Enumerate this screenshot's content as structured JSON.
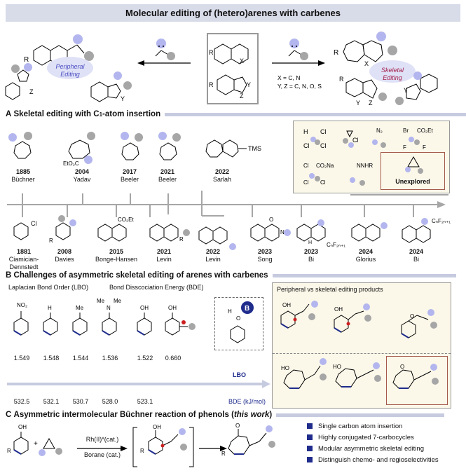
{
  "title": "Molecular editing of (hetero)arenes with carbenes",
  "top": {
    "peripheral_label": "Peripheral\nEditing",
    "skeletal_label": "Skeletal\nEditing",
    "conditions": [
      "X = C, N",
      "Y, Z = C, N, O, S"
    ],
    "atoms": {
      "x": "X",
      "y": "Y",
      "z": "Z",
      "r": "R"
    }
  },
  "sectionA": {
    "prefix": "A",
    "title": "Skeletal editing with C",
    "title_sub": "1",
    "title_suffix": "-atom insertion",
    "upper": [
      {
        "year": "1885",
        "name": "Büchner"
      },
      {
        "year": "2004",
        "name": "Yadav"
      },
      {
        "year": "2017",
        "name": "Beeler"
      },
      {
        "year": "2021",
        "name": "Beeler"
      },
      {
        "year": "2022",
        "name": "Sarlah"
      }
    ],
    "lower": [
      {
        "year": "1881",
        "name": "Ciamician-\nDennstedt"
      },
      {
        "year": "2008",
        "name": "Davies"
      },
      {
        "year": "2015",
        "name": "Bonge-Hansen"
      },
      {
        "year": "2021",
        "name": "Levin"
      },
      {
        "year": "2022",
        "name": "Levin"
      },
      {
        "year": "2023",
        "name": "Song"
      },
      {
        "year": "2023",
        "name": "Bi"
      },
      {
        "year": "2024",
        "name": "Glorius"
      },
      {
        "year": "2024",
        "name": "Bi"
      }
    ],
    "struct_labels": {
      "etco2c": "EtO₂C",
      "tms": "TMS",
      "cl": "Cl",
      "co2et": "CO₂Et",
      "cnf": "CₙF₂ₙ₊₁",
      "n": "N",
      "nh": "H",
      "o": "O",
      "r": "R"
    },
    "reagents": {
      "cl": "Cl",
      "h": "H",
      "n2": "N₂",
      "br": "Br",
      "f": "F",
      "co2et": "CO₂Et",
      "co2na": "CO₂Na",
      "nnhr": "NNHR",
      "unexplored": "Unexplored"
    }
  },
  "sectionB": {
    "prefix": "B",
    "title": "Challenges of asymmetric skeletal editing of arenes with carbenes",
    "lbo_heading": "Laplacian Bond Order (LBO)",
    "bde_heading": "Bond Disscociation Energy (BDE)",
    "lbo_values": [
      "1.549",
      "1.548",
      "1.544",
      "1.536",
      "1.522",
      "0.660"
    ],
    "bde_values": [
      "532.5",
      "532.1",
      "530.7",
      "528.0",
      "523.1"
    ],
    "lbo_label": "LBO",
    "bde_label": "BDE (kJ/mol)",
    "boron_label": "B",
    "substituents": {
      "no2": "NO₂",
      "h": "H",
      "me": "Me",
      "nme2_n": "N",
      "me1": "Me",
      "me2": "Me",
      "oh": "OH",
      "o": "O",
      "h2": "H"
    },
    "products_heading": "Peripheral vs skeletal editing products",
    "product_labels": {
      "oh": "OH",
      "ho": "HO",
      "o": "O"
    }
  },
  "sectionC": {
    "prefix": "C",
    "title_main": "Asymmetric intermolecular Büchner reaction of phenols (",
    "title_italic": "this work",
    "title_end": ")",
    "reagent_line1": "Rh(II)*(cat.)",
    "reagent_line2": "Borane (cat.)",
    "struct_labels": {
      "oh": "OH",
      "r": "R",
      "plus": "+",
      "o": "O"
    },
    "features": [
      "Single carbon atom insertion",
      "Highly conjugated 7-carbocycles",
      "Modular asymmetric skeletal editing",
      "Distinguish chemo- and regioselectivities"
    ]
  },
  "colors": {
    "lavender": "#b3b6ee",
    "gray": "#a6a6a6",
    "header": "#d8dbe8",
    "rule": "#c7cbe0",
    "navy": "#1f2c8c",
    "red": "#cc1f1f",
    "beige": "#fbf7e9",
    "brown": "#a35a4a"
  }
}
